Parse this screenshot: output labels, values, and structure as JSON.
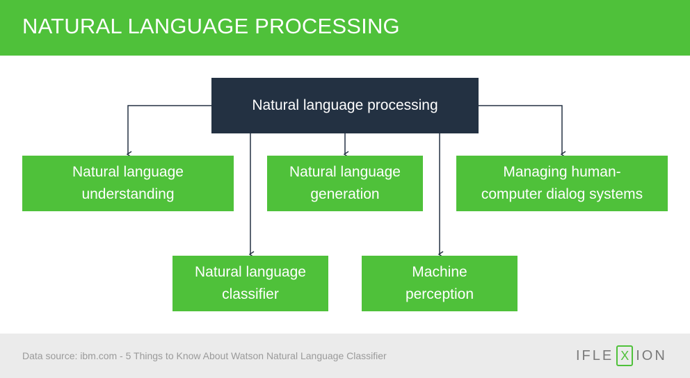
{
  "header": {
    "title": "NATURAL LANGUAGE PROCESSING"
  },
  "root": {
    "label": "Natural language processing"
  },
  "nodes": {
    "nlu": {
      "line1": "Natural language",
      "line2": "understanding"
    },
    "nlg": {
      "line1": "Natural language",
      "line2": "generation"
    },
    "dialog": {
      "line1": "Managing human-",
      "line2": "computer dialog systems"
    },
    "classifier": {
      "line1": "Natural language",
      "line2": "classifier"
    },
    "perception": {
      "line1": "Machine",
      "line2": "perception"
    }
  },
  "footer": {
    "source": "Data source: ibm.com - 5 Things to Know About Watson Natural Language Classifier",
    "brand_prefix": "IFLE",
    "brand_mark": "X",
    "brand_suffix": "ION"
  },
  "colors": {
    "green": "#4fc13a",
    "navy": "#233142",
    "footer_bg": "#ebebeb"
  }
}
